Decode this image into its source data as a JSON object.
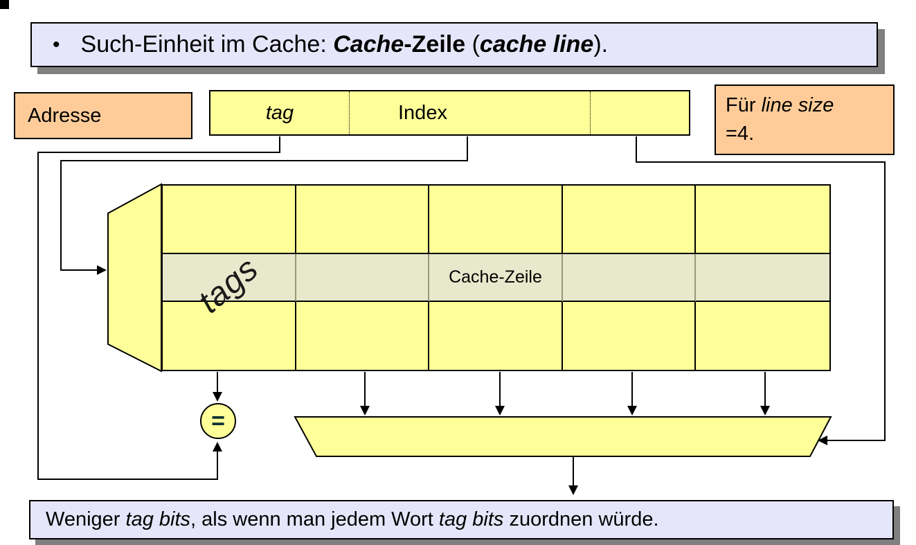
{
  "colors": {
    "lavender": "#E6E6FA",
    "orange": "#FFCC99",
    "yellow": "#FFFF99",
    "highlight_row": "#E8E8CC",
    "shadow_gray": "#808080",
    "line_black": "#000000"
  },
  "title": {
    "bullet": "•",
    "segments": [
      {
        "t": "Such-Einheit im Cache: "
      },
      {
        "t": "Cache",
        "b": true,
        "i": true
      },
      {
        "t": "-Zeile",
        "b": true
      },
      {
        "t": " ("
      },
      {
        "t": "cache line",
        "b": true,
        "i": true
      },
      {
        "t": ")."
      }
    ]
  },
  "address": {
    "label": "Adresse",
    "fields": [
      {
        "name": "tag",
        "label": "tag",
        "italic": true
      },
      {
        "name": "index",
        "label": "Index",
        "italic": false
      },
      {
        "name": "offset",
        "label": "",
        "italic": false
      }
    ]
  },
  "line_size_note": {
    "line1_segments": [
      {
        "t": "Für "
      },
      {
        "t": "line size",
        "i": true
      }
    ],
    "line2": "=4."
  },
  "cache_array": {
    "rows": 3,
    "cols": 5,
    "highlighted_row_index": 1,
    "tags_label": "tags",
    "row_label": "Cache-Zeile"
  },
  "comparator": {
    "symbol": "="
  },
  "bottom_note": {
    "segments": [
      {
        "t": "Weniger "
      },
      {
        "t": "tag bits",
        "i": true
      },
      {
        "t": ", als wenn man jedem Wort "
      },
      {
        "t": "tag bits",
        "i": true
      },
      {
        "t": " zuordnen würde."
      }
    ]
  }
}
